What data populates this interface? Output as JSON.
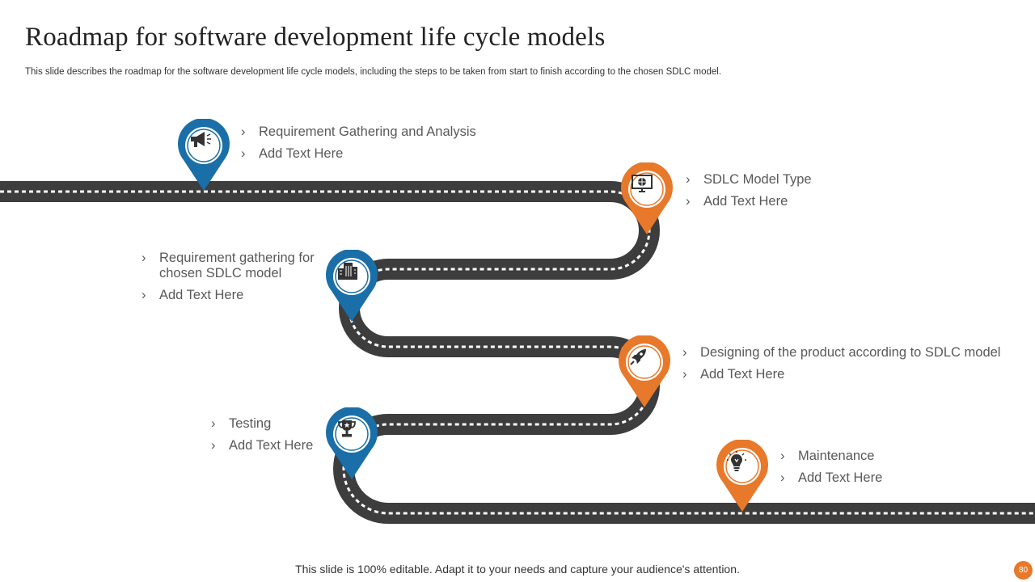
{
  "slide": {
    "title": "Roadmap for software development life cycle models",
    "subtitle": "This slide describes the roadmap for the software development life cycle models, including the steps to be taken from start to finish according to the chosen SDLC model.",
    "footer": "This slide is 100% editable. Adapt it to your needs and capture your audience's attention.",
    "page_number": "80"
  },
  "colors": {
    "blue": "#1a6fa8",
    "orange": "#e8782a",
    "road": "#3d3d3d",
    "text": "#595959"
  },
  "milestones": [
    {
      "icon": "megaphone-icon",
      "color": "blue",
      "lines": [
        "Requirement Gathering and Analysis",
        "Add Text Here"
      ]
    },
    {
      "icon": "monitor-globe-icon",
      "color": "orange",
      "lines": [
        "SDLC Model Type",
        "Add Text Here"
      ]
    },
    {
      "icon": "building-icon",
      "color": "blue",
      "lines": [
        "Requirement gathering for chosen SDLC model",
        "Add Text Here"
      ]
    },
    {
      "icon": "rocket-icon",
      "color": "orange",
      "lines": [
        "Designing of the product according to SDLC model",
        "Add Text Here"
      ]
    },
    {
      "icon": "trophy-icon",
      "color": "blue",
      "lines": [
        "Testing",
        "Add Text Here"
      ]
    },
    {
      "icon": "lightbulb-icon",
      "color": "orange",
      "lines": [
        "Maintenance",
        "Add Text Here"
      ]
    }
  ]
}
